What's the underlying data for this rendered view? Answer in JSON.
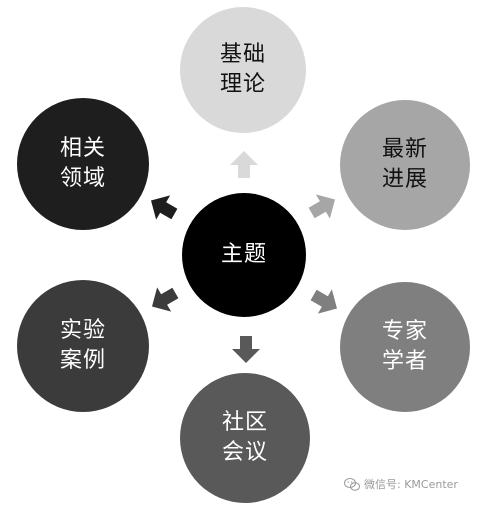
{
  "diagram": {
    "center": {
      "label": "主题",
      "fill": "#000000",
      "text_color": "#ffffff"
    },
    "nodes": [
      {
        "id": "basic-theory",
        "label": "基础\n理论",
        "fill": "#d9d9d9",
        "text_color": "#111111"
      },
      {
        "id": "latest-progress",
        "label": "最新\n进展",
        "fill": "#a6a6a6",
        "text_color": "#111111"
      },
      {
        "id": "experts-scholars",
        "label": "专家\n学者",
        "fill": "#7f7f7f",
        "text_color": "#ffffff"
      },
      {
        "id": "community-conferences",
        "label": "社区\n会议",
        "fill": "#595959",
        "text_color": "#ffffff"
      },
      {
        "id": "experimental-cases",
        "label": "实验\n案例",
        "fill": "#3b3b3b",
        "text_color": "#ffffff"
      },
      {
        "id": "related-fields",
        "label": "相关\n领域",
        "fill": "#1e1e1e",
        "text_color": "#ffffff"
      }
    ]
  },
  "watermark": {
    "text": "微信号: KMCenter",
    "icon": "wechat-icon"
  }
}
